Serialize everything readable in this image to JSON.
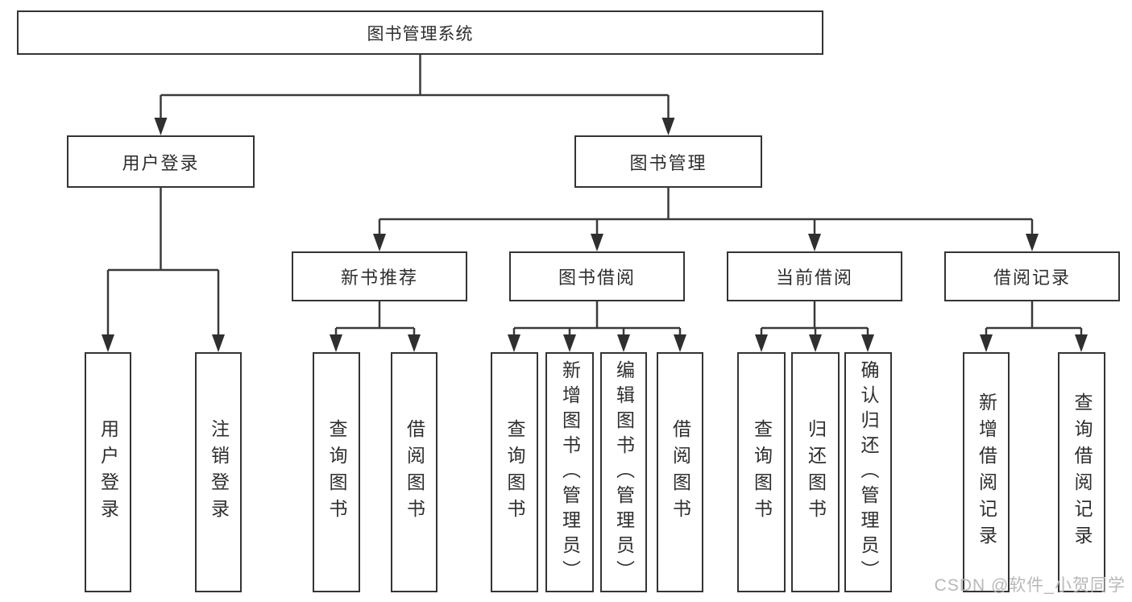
{
  "root": {
    "label": "图书管理系统"
  },
  "branches": [
    {
      "label": "用户登录",
      "children": [
        "用户登录",
        "注销登录"
      ]
    },
    {
      "label": "图书管理",
      "sections": [
        {
          "label": "新书推荐",
          "children": [
            "查询图书",
            "借阅图书"
          ]
        },
        {
          "label": "图书借阅",
          "children": [
            "查询图书",
            "新增图书（管理员）",
            "编辑图书（管理员）",
            "借阅图书"
          ]
        },
        {
          "label": "当前借阅",
          "children": [
            "查询图书",
            "归还图书",
            "确认归还（管理员）"
          ]
        },
        {
          "label": "借阅记录",
          "children": [
            "新增借阅记录",
            "查询借阅记录"
          ]
        }
      ]
    }
  ],
  "watermark": "CSDN @软件_小贺同学",
  "colors": {
    "line": "#3a3a3a",
    "arrow": "#2f2f2f",
    "box_border": "#343434",
    "text": "#2e2e2e",
    "watermark": "#b8b8b8",
    "background": "#ffffff"
  }
}
